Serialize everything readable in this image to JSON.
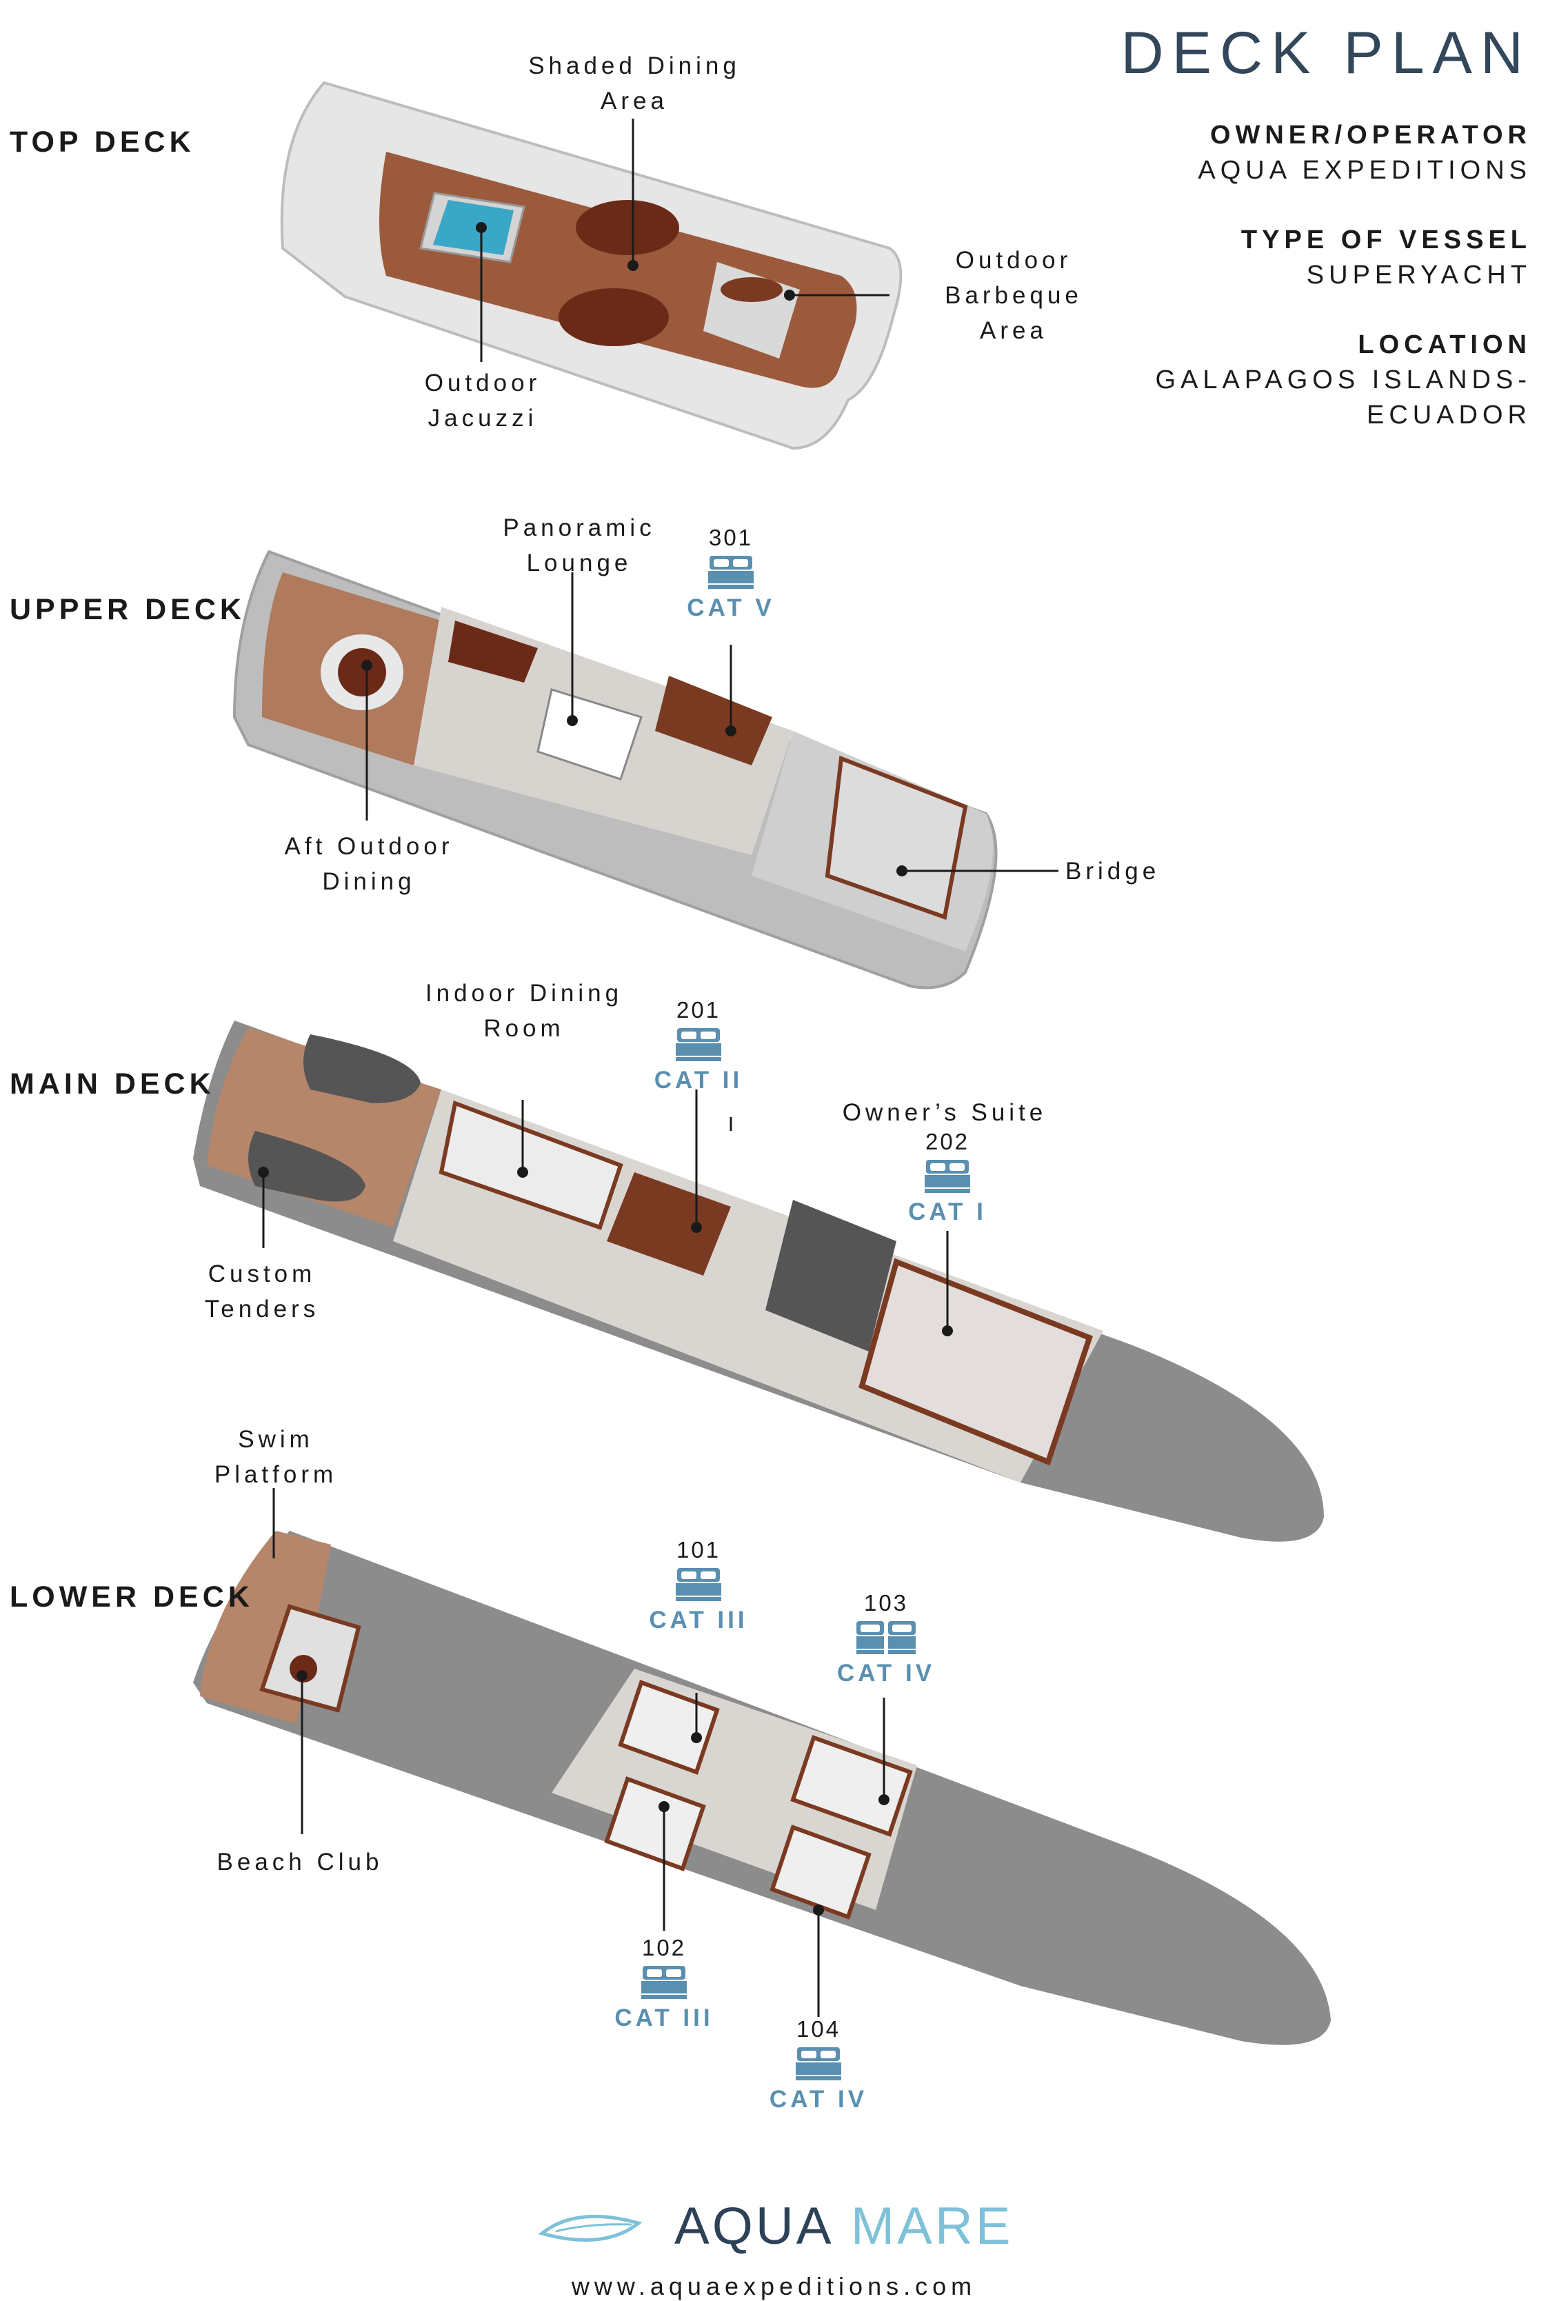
{
  "header": {
    "title": "DECK PLAN",
    "info": [
      {
        "key": "OWNER/OPERATOR",
        "value": "AQUA EXPEDITIONS"
      },
      {
        "key": "TYPE OF VESSEL",
        "value": "SUPERYACHT"
      },
      {
        "key": "LOCATION",
        "value_lines": [
          "GALAPAGOS ISLANDS-",
          "ECUADOR"
        ]
      }
    ]
  },
  "decks": {
    "top": {
      "name": "TOP DECK"
    },
    "upper": {
      "name": "UPPER DECK"
    },
    "main": {
      "name": "MAIN DECK"
    },
    "lower": {
      "name": "LOWER DECK"
    }
  },
  "labels": {
    "shaded_dining": [
      "Shaded Dining",
      "Area"
    ],
    "outdoor_barbeque": [
      "Outdoor",
      "Barbeque",
      "Area"
    ],
    "outdoor_jacuzzi": [
      "Outdoor",
      "Jacuzzi"
    ],
    "panoramic_lounge": [
      "Panoramic",
      "Lounge"
    ],
    "aft_outdoor_dining": [
      "Aft Outdoor",
      "Dining"
    ],
    "bridge": [
      "Bridge"
    ],
    "indoor_dining": [
      "Indoor Dining",
      "Room"
    ],
    "custom_tenders": [
      "Custom",
      "Tenders"
    ],
    "owners_suite": [
      "Owner’s Suite"
    ],
    "swim_platform": [
      "Swim",
      "Platform"
    ],
    "beach_club": [
      "Beach Club"
    ]
  },
  "cabins": [
    {
      "number": "301",
      "category": "CAT V",
      "bed": "double"
    },
    {
      "number": "201",
      "category": "CAT II",
      "bed": "double"
    },
    {
      "number": "202",
      "category": "CAT I",
      "bed": "double"
    },
    {
      "number": "101",
      "category": "CAT III",
      "bed": "double"
    },
    {
      "number": "103",
      "category": "CAT IV",
      "bed": "twin"
    },
    {
      "number": "102",
      "category": "CAT III",
      "bed": "double"
    },
    {
      "number": "104",
      "category": "CAT IV",
      "bed": "double"
    }
  ],
  "footer": {
    "brand_first": "AQUA",
    "brand_second": "MARE",
    "url": "www.aquaexpeditions.com"
  },
  "colors": {
    "bed_icon": "#5a8fb0",
    "hull_grey": "#8c8c8c",
    "wood": "#7a3a22",
    "teak": "#b5866a",
    "interior_floor": "#d9d6d2",
    "header_title": "#33475b",
    "brand_dark": "#2d4256",
    "brand_light": "#7ec1d8"
  }
}
